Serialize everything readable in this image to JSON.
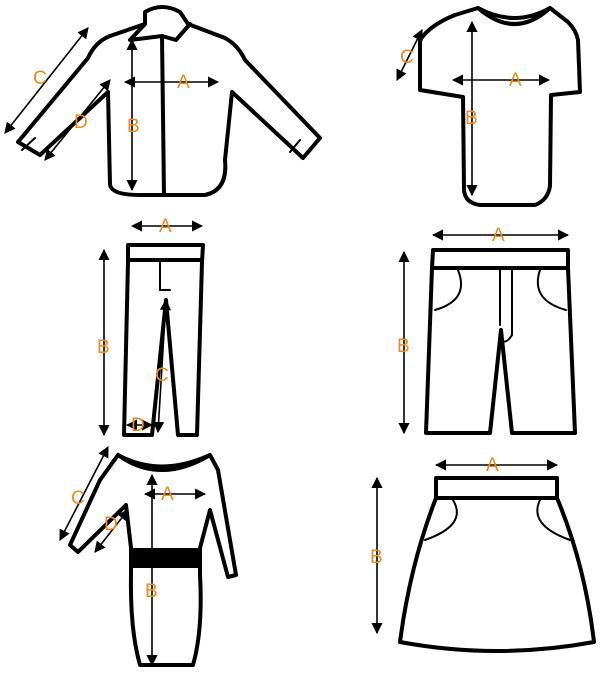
{
  "labels": {
    "a": "A",
    "b": "B",
    "c": "C",
    "d": "D"
  },
  "colors": {
    "label": "#f08a1c",
    "outline": "#000000",
    "background": "#ffffff"
  }
}
